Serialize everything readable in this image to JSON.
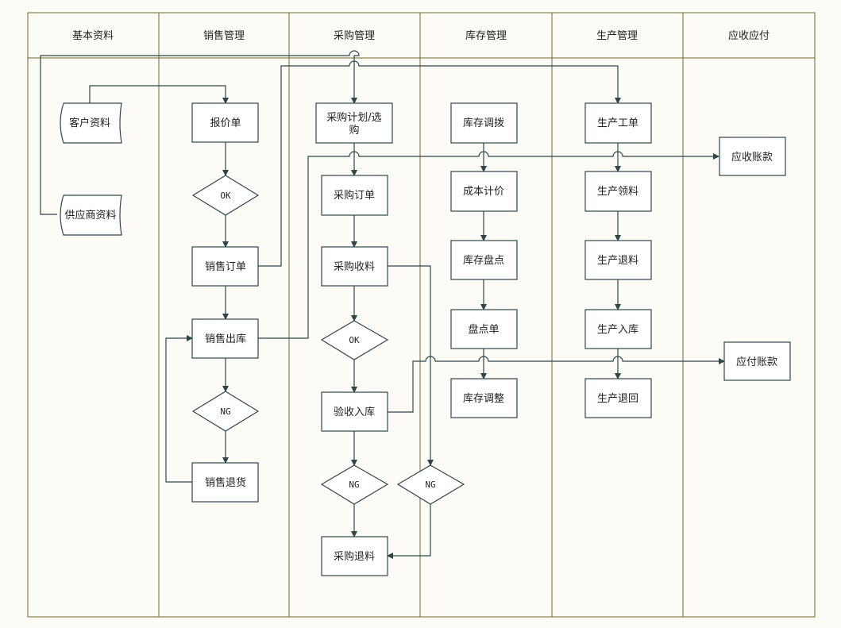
{
  "lanes": [
    "基本资料",
    "销售管理",
    "采购管理",
    "库存管理",
    "生产管理",
    "应收应付"
  ],
  "nodes": {
    "customer_data": "客户资料",
    "supplier_data": "供应商资料",
    "quotation": "报价单",
    "sales_ok": "OK",
    "sales_order": "销售订单",
    "sales_outbound": "销售出库",
    "sales_ng": "NG",
    "sales_return": "销售退货",
    "purchase_plan_line1": "采购计划/选",
    "purchase_plan_line2": "购",
    "purchase_order": "采购订单",
    "purchase_receive": "采购收料",
    "purchase_ok": "OK",
    "inspection_inbound": "验收入库",
    "purchase_ng_left": "NG",
    "purchase_ng_right": "NG",
    "purchase_return": "采购退料",
    "inventory_transfer": "库存调拨",
    "cost_pricing": "成本计价",
    "inventory_count": "库存盘点",
    "count_sheet": "盘点单",
    "inventory_adjust": "库存调整",
    "work_order": "生产工单",
    "material_issue": "生产领料",
    "material_return": "生产退料",
    "production_inbound": "生产入库",
    "production_return": "生产退回",
    "receivable": "应收账款",
    "payable": "应付账款"
  }
}
